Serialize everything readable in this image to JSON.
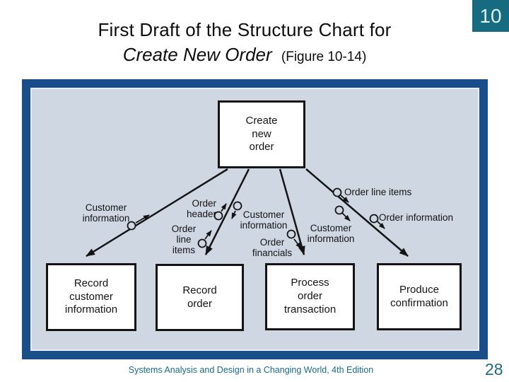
{
  "slide": {
    "slide_number": "10",
    "title": {
      "line1": "First Draft of the Structure Chart for",
      "line2_em": "Create New Order",
      "line2_note": "(Figure 10-14)"
    },
    "footer": {
      "book": "Systems Analysis and Design in a Changing World, 4th Edition",
      "page": "28"
    }
  },
  "diagram": {
    "type": "structure-chart",
    "root_module": {
      "label": "Create\nnew\norder"
    },
    "modules": [
      {
        "label": "Record\ncustomer\ninformation"
      },
      {
        "label": "Record\norder"
      },
      {
        "label": "Process\norder\ntransaction"
      },
      {
        "label": "Produce\nconfirmation"
      }
    ],
    "data_couples": [
      {
        "label": "Customer\ninformation",
        "direction": "up",
        "call_line_to": "Record customer information"
      },
      {
        "label": "Order\nheader",
        "direction": "up",
        "call_line_to": "Record order"
      },
      {
        "label": "Order\nline\nitems",
        "direction": "up",
        "call_line_to": "Record order"
      },
      {
        "label": "Customer\ninformation",
        "direction": "down",
        "call_line_to": "Record order"
      },
      {
        "label": "Order\nfinancials",
        "direction": "down",
        "call_line_to": "Process order transaction"
      },
      {
        "label": "Customer\ninformation",
        "direction": "down",
        "call_line_to": "Produce confirmation"
      },
      {
        "label": "Order line items",
        "direction": "down",
        "call_line_to": "Produce confirmation"
      },
      {
        "label": "Order information",
        "direction": "down",
        "call_line_to": "Produce confirmation"
      }
    ],
    "colors": {
      "frame_navy": "#1a4e8a",
      "panel_fill": "#cfd7e3",
      "accent_teal": "#176b80",
      "line_black": "#141414"
    }
  }
}
